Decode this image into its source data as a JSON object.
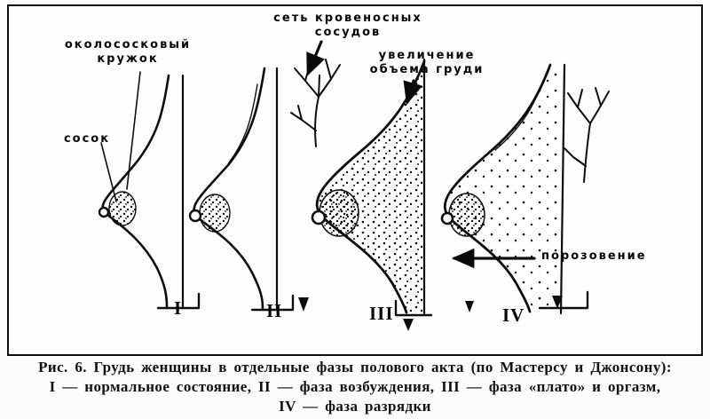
{
  "figure": {
    "labels": {
      "areola": "околососковый кружок",
      "nipple": "сосок",
      "vessels": "сеть кровеносных сосудов",
      "volume": "увеличение объема груди",
      "pinking": "порозовение"
    },
    "phases": [
      "I",
      "II",
      "III",
      "IV"
    ],
    "caption": {
      "line1": "Рис. 6. Грудь женщины в отдельные фазы полового акта (по Мастерсу и Джонсону):",
      "line2": "I — нормальное состояние, II — фаза возбуждения, III — фаза «плато» и оргазм,",
      "line3": "IV — фаза разрядки"
    }
  }
}
